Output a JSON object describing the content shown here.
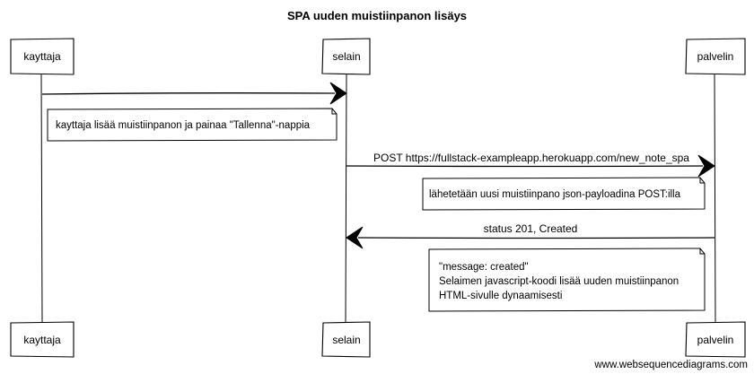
{
  "title": "SPA uuden muistiinpanon lisäys",
  "participants": [
    {
      "id": "kayttaja",
      "label": "kayttaja"
    },
    {
      "id": "selain",
      "label": "selain"
    },
    {
      "id": "palvelin",
      "label": "palvelin"
    }
  ],
  "messages": [
    {
      "from": "kayttaja",
      "to": "selain",
      "label": ""
    },
    {
      "from": "selain",
      "to": "palvelin",
      "label": "POST https://fullstack-exampleapp.herokuapp.com/new_note_spa"
    },
    {
      "from": "palvelin",
      "to": "selain",
      "label": "status 201, Created"
    }
  ],
  "notes": [
    {
      "lines": [
        "kayttaja lisää muistiinpanon ja painaa \"Tallenna\"-nappia"
      ]
    },
    {
      "lines": [
        "lähetetään uusi muistiinpano json-payloadina POST:illa"
      ]
    },
    {
      "lines": [
        "\"message: created\"",
        "Selaimen javascript-koodi lisää uuden muistiinpanon",
        "HTML-sivulle dynaamisesti"
      ]
    }
  ],
  "credit": "www.websequencediagrams.com"
}
